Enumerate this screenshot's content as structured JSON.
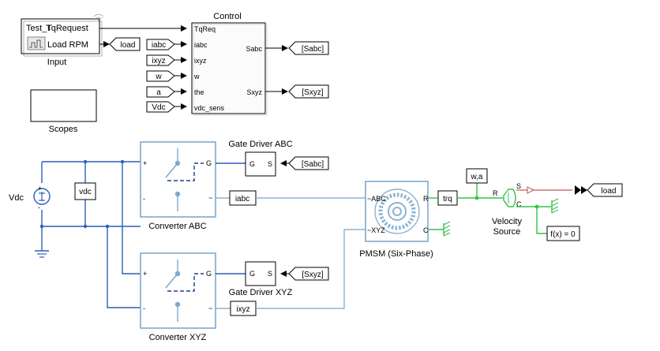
{
  "colors": {
    "electrical": "#2d5fb8",
    "physical": "#8bb3d3",
    "mechanical": "#34c24a",
    "signal_red": "#c2555a",
    "block_border": "#7fa9cc"
  },
  "input": {
    "port_tqreq": "TqRequest",
    "port_load": "Load RPM",
    "overlay_text": "Test_T",
    "label": "Input",
    "icon": "signal-builder-icon"
  },
  "control": {
    "title": "Control",
    "inputs": [
      "TqReq",
      "iabc",
      "ixyz",
      "w",
      "the",
      "vdc_sens"
    ],
    "outputs": [
      "Sabc",
      "Sxyz"
    ]
  },
  "from_tags": {
    "iabc": "iabc",
    "ixyz": "ixyz",
    "w": "w",
    "a": "a",
    "vdc": "Vdc"
  },
  "goto_tags": {
    "load": "load",
    "sabc": "[Sabc]",
    "sxyz": "[Sxyz]"
  },
  "scopes": {
    "label": "Scopes"
  },
  "source": {
    "label": "Vdc",
    "plus": "+",
    "minus": "-"
  },
  "vdc_sensor": {
    "label": "vdc"
  },
  "converter_abc": {
    "label": "Converter ABC",
    "port_plus": "+",
    "port_minus": "-",
    "port_g": "G",
    "port_ac": "~"
  },
  "converter_xyz": {
    "label": "Converter XYZ",
    "port_plus": "+",
    "port_minus": "-",
    "port_g": "G",
    "port_ac": "~"
  },
  "gate_driver_abc": {
    "label": "Gate Driver ABC",
    "port_g": "G",
    "port_s": "S",
    "tag": "[Sabc]"
  },
  "gate_driver_xyz": {
    "label": "Gate Driver XYZ",
    "port_g": "G",
    "port_s": "S",
    "tag": "[Sxyz]"
  },
  "iabc_sensor": {
    "label": "iabc"
  },
  "ixyz_sensor": {
    "label": "ixyz"
  },
  "pmsm": {
    "label": "PMSM (Six-Phase)",
    "port_abc": "~ABC",
    "port_xyz": "~XYZ",
    "port_r": "R",
    "port_c": "C"
  },
  "trq_sensor": {
    "label": "trq"
  },
  "wa_sensor": {
    "label": "w,a"
  },
  "velocity_source": {
    "label_line1": "Velocity",
    "label_line2": "Source",
    "port_s": "S",
    "port_r": "R",
    "port_c": "C"
  },
  "load_from": {
    "label": "load"
  },
  "solver": {
    "label": "f(x) = 0"
  }
}
